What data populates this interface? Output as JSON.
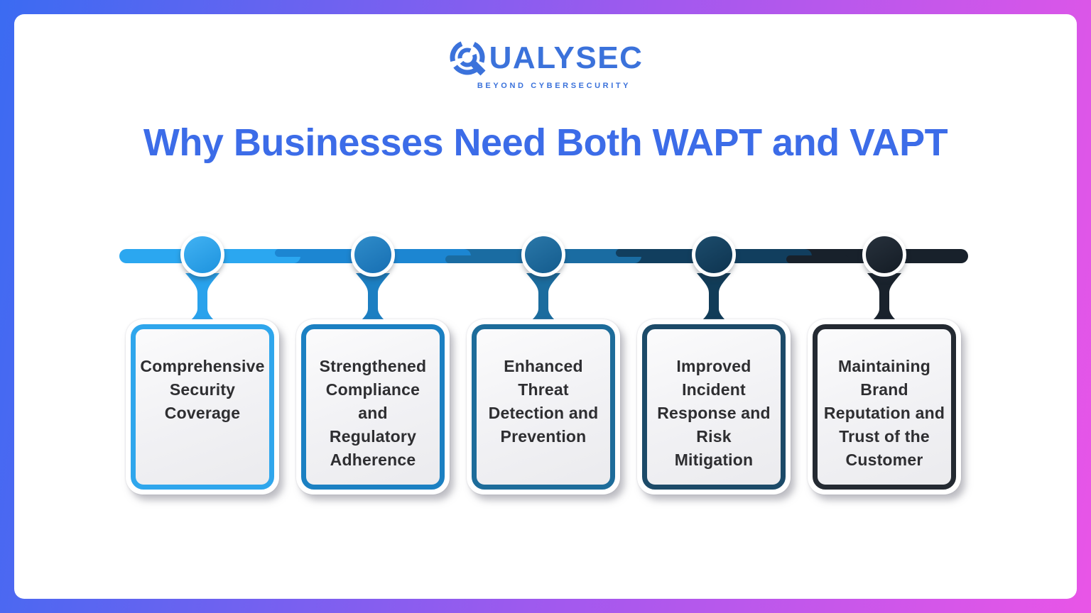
{
  "frame_gradient": [
    "#3B6BF2",
    "#A159EE",
    "#E955E7"
  ],
  "brand": {
    "name": "QUALYSEC",
    "name_rest": "UALYSEC",
    "tagline": "BEYOND CYBERSECURITY",
    "color": "#3B72DB"
  },
  "title": {
    "text": "Why Businesses Need Both WAPT and VAPT",
    "color": "#3C6CE8"
  },
  "card_text_color": "#2E2E31",
  "steps": [
    {
      "label": "Comprehensive\nSecurity\nCoverage",
      "segment_color": "#2BA7F0",
      "node_gradient": [
        "#41B2F3",
        "#1E93DE"
      ],
      "stem_color": "#29A2EC",
      "card_border_color": "#2FA6EC"
    },
    {
      "label": "Strengthened\nCompliance\nand\nRegulatory\nAdherence",
      "segment_color": "#1C86D2",
      "node_gradient": [
        "#2F8CC9",
        "#176FB3"
      ],
      "stem_color": "#1C7FC2",
      "card_border_color": "#1B80C2"
    },
    {
      "label": "Enhanced\nThreat\nDetection and\nPrevention",
      "segment_color": "#1A6CA2",
      "node_gradient": [
        "#2A77A8",
        "#145C8E"
      ],
      "stem_color": "#1B6C9E",
      "card_border_color": "#1D6C9A"
    },
    {
      "label": "Improved\nIncident\nResponse and\nRisk\nMitigation",
      "segment_color": "#113E5E",
      "node_gradient": [
        "#1C4C6C",
        "#0E3450"
      ],
      "stem_color": "#113C58",
      "card_border_color": "#1C4A68"
    },
    {
      "label": "Maintaining\nBrand\nReputation and\nTrust of the\nCustomer",
      "segment_color": "#18212B",
      "node_gradient": [
        "#27313C",
        "#141C25"
      ],
      "stem_color": "#19222C",
      "card_border_color": "#242A32"
    }
  ]
}
